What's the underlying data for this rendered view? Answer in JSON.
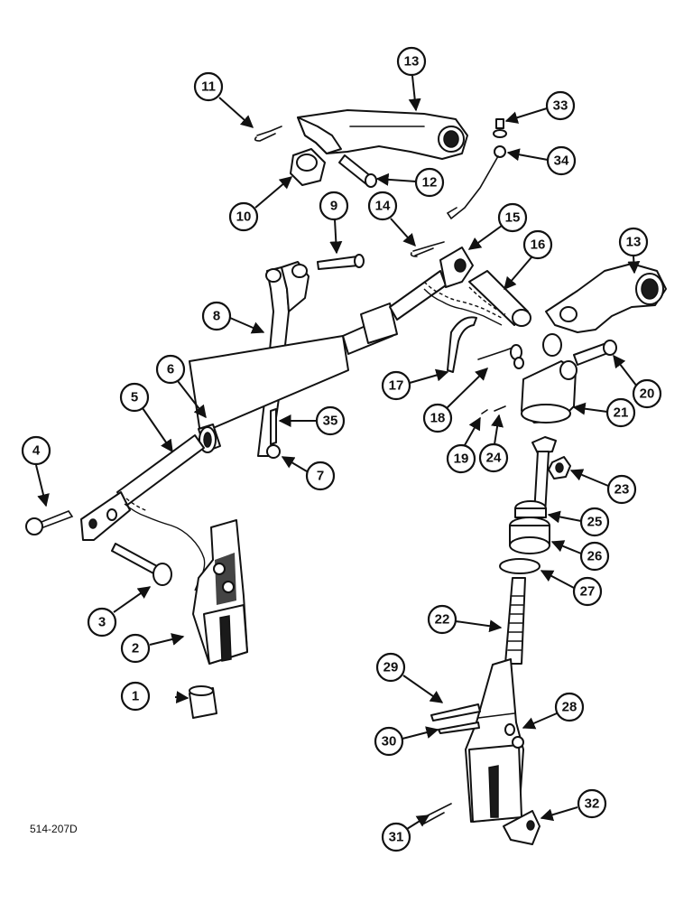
{
  "figure_code": "514-207D",
  "callouts": [
    {
      "num": "1"
    },
    {
      "num": "2"
    },
    {
      "num": "3"
    },
    {
      "num": "4"
    },
    {
      "num": "5"
    },
    {
      "num": "6"
    },
    {
      "num": "7"
    },
    {
      "num": "8"
    },
    {
      "num": "9"
    },
    {
      "num": "10"
    },
    {
      "num": "11"
    },
    {
      "num": "12"
    },
    {
      "num": "13"
    },
    {
      "num": "13"
    },
    {
      "num": "14"
    },
    {
      "num": "15"
    },
    {
      "num": "16"
    },
    {
      "num": "17"
    },
    {
      "num": "18"
    },
    {
      "num": "19"
    },
    {
      "num": "20"
    },
    {
      "num": "21"
    },
    {
      "num": "22"
    },
    {
      "num": "23"
    },
    {
      "num": "24"
    },
    {
      "num": "25"
    },
    {
      "num": "26"
    },
    {
      "num": "27"
    },
    {
      "num": "28"
    },
    {
      "num": "29"
    },
    {
      "num": "30"
    },
    {
      "num": "31"
    },
    {
      "num": "32"
    },
    {
      "num": "33"
    },
    {
      "num": "34"
    },
    {
      "num": "35"
    }
  ]
}
